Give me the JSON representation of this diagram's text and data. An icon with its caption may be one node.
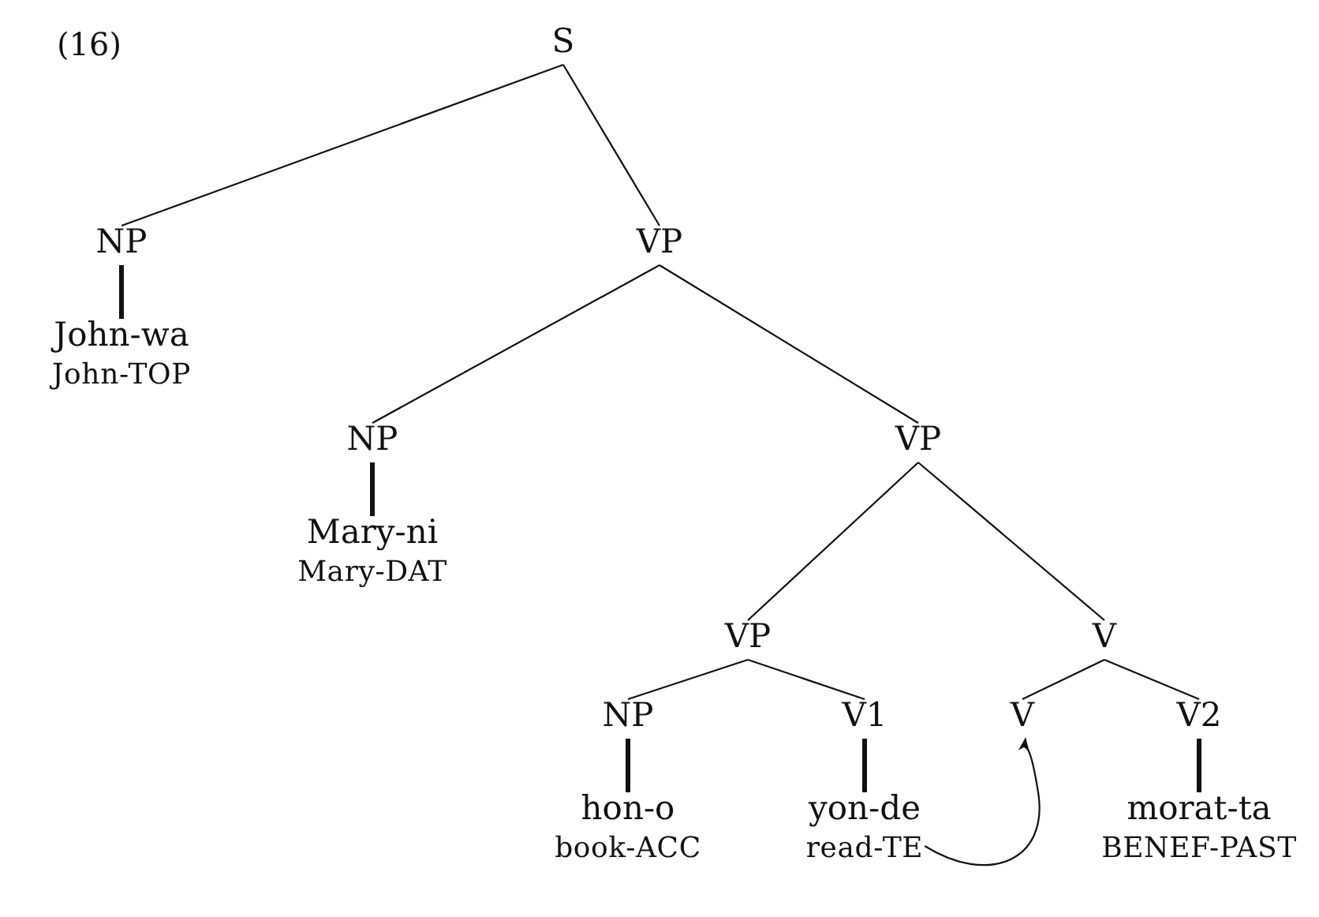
{
  "diagram": {
    "nodes": [
      {
        "text": [
          "S"
        ]
      },
      {
        "text": [
          "NP"
        ]
      },
      {
        "text": [
          "VP"
        ]
      },
      {
        "text": [
          "John-wa",
          "John-TOP"
        ]
      },
      {
        "text": [
          "NP"
        ]
      },
      {
        "text": [
          "VP"
        ]
      },
      {
        "text": [
          "Mary-ni",
          "Mary-DAT"
        ]
      },
      {
        "text": [
          "VP"
        ]
      },
      {
        "text": [
          "V"
        ]
      },
      {
        "text": [
          "NP"
        ]
      },
      {
        "text": [
          "V1"
        ]
      },
      {
        "text": [
          "V"
        ]
      },
      {
        "text": [
          "V2"
        ]
      },
      {
        "text": [
          "hon-o",
          "book-ACC"
        ]
      },
      {
        "text": [
          "yon-de",
          "read-TE"
        ]
      },
      {
        "text": [
          "morat-ta",
          "BENEF-PAST"
        ]
      }
    ],
    "edges": [
      {
        "from": 0,
        "to": 1,
        "arrow": "none"
      },
      {
        "from": 0,
        "to": 2,
        "arrow": "none"
      },
      {
        "from": 1,
        "to": 3,
        "arrow": "none",
        "style": "thick"
      },
      {
        "from": 2,
        "to": 4,
        "arrow": "none"
      },
      {
        "from": 2,
        "to": 5,
        "arrow": "none"
      },
      {
        "from": 4,
        "to": 6,
        "arrow": "none",
        "style": "thick"
      },
      {
        "from": 5,
        "to": 7,
        "arrow": "none"
      },
      {
        "from": 5,
        "to": 8,
        "arrow": "none"
      },
      {
        "from": 7,
        "to": 9,
        "arrow": "none"
      },
      {
        "from": 7,
        "to": 10,
        "arrow": "none"
      },
      {
        "from": 8,
        "to": 11,
        "arrow": "none"
      },
      {
        "from": 8,
        "to": 12,
        "arrow": "none"
      },
      {
        "from": 9,
        "to": 13,
        "arrow": "none",
        "style": "thick"
      },
      {
        "from": 10,
        "to": 14,
        "arrow": "none",
        "style": "thick"
      },
      {
        "from": 12,
        "to": 15,
        "arrow": "none",
        "style": "thick"
      },
      {
        "from": 14,
        "to": 11,
        "arrow": "to"
      }
    ],
    "labels": [
      "(16)"
    ]
  }
}
